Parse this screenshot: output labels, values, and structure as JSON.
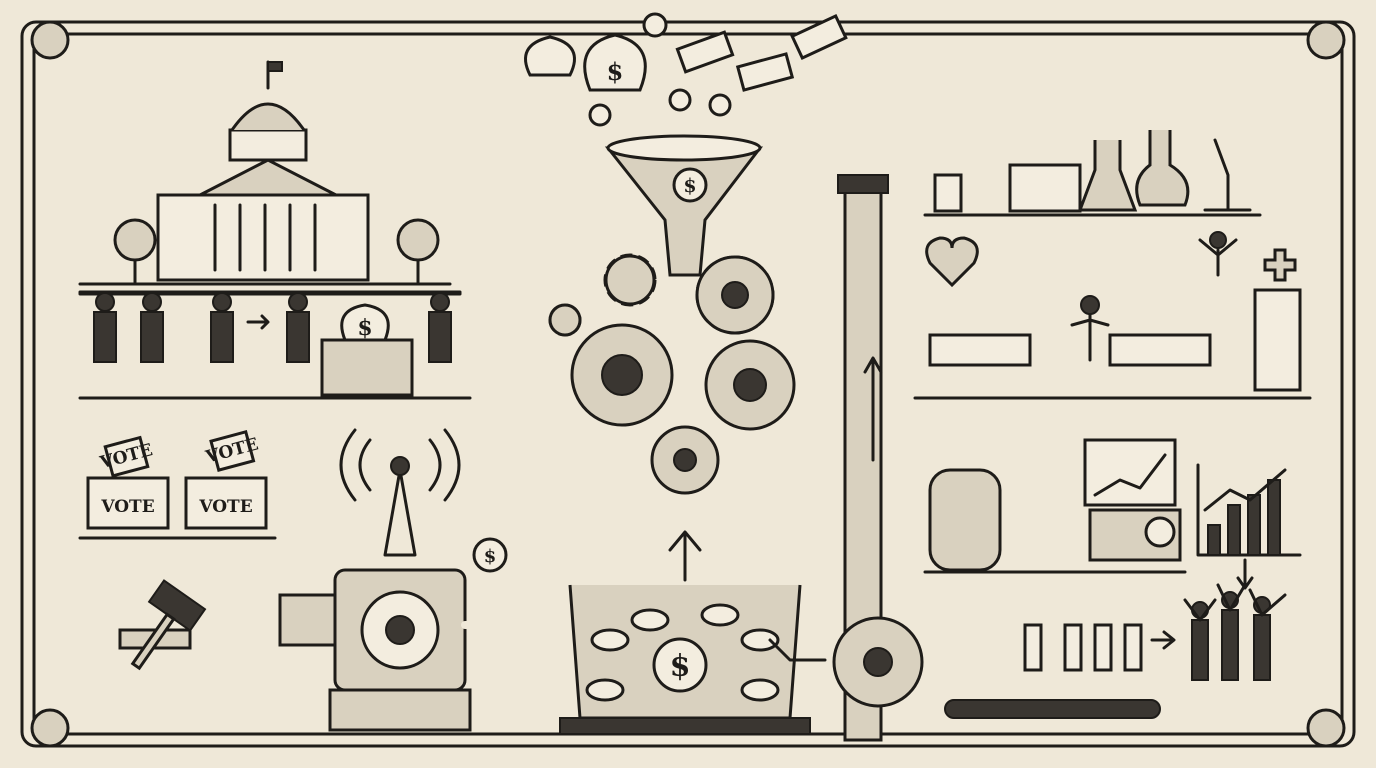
{
  "illustration": {
    "ballot_box_labels": [
      "VOTE",
      "VOTE"
    ],
    "ballot_labels": [
      "VOTE",
      "VOTE"
    ],
    "currency_symbol": "$",
    "palette": {
      "paper": "#efe8d8",
      "ink": "#1e1c19",
      "shade": "#d9d1bf"
    }
  }
}
